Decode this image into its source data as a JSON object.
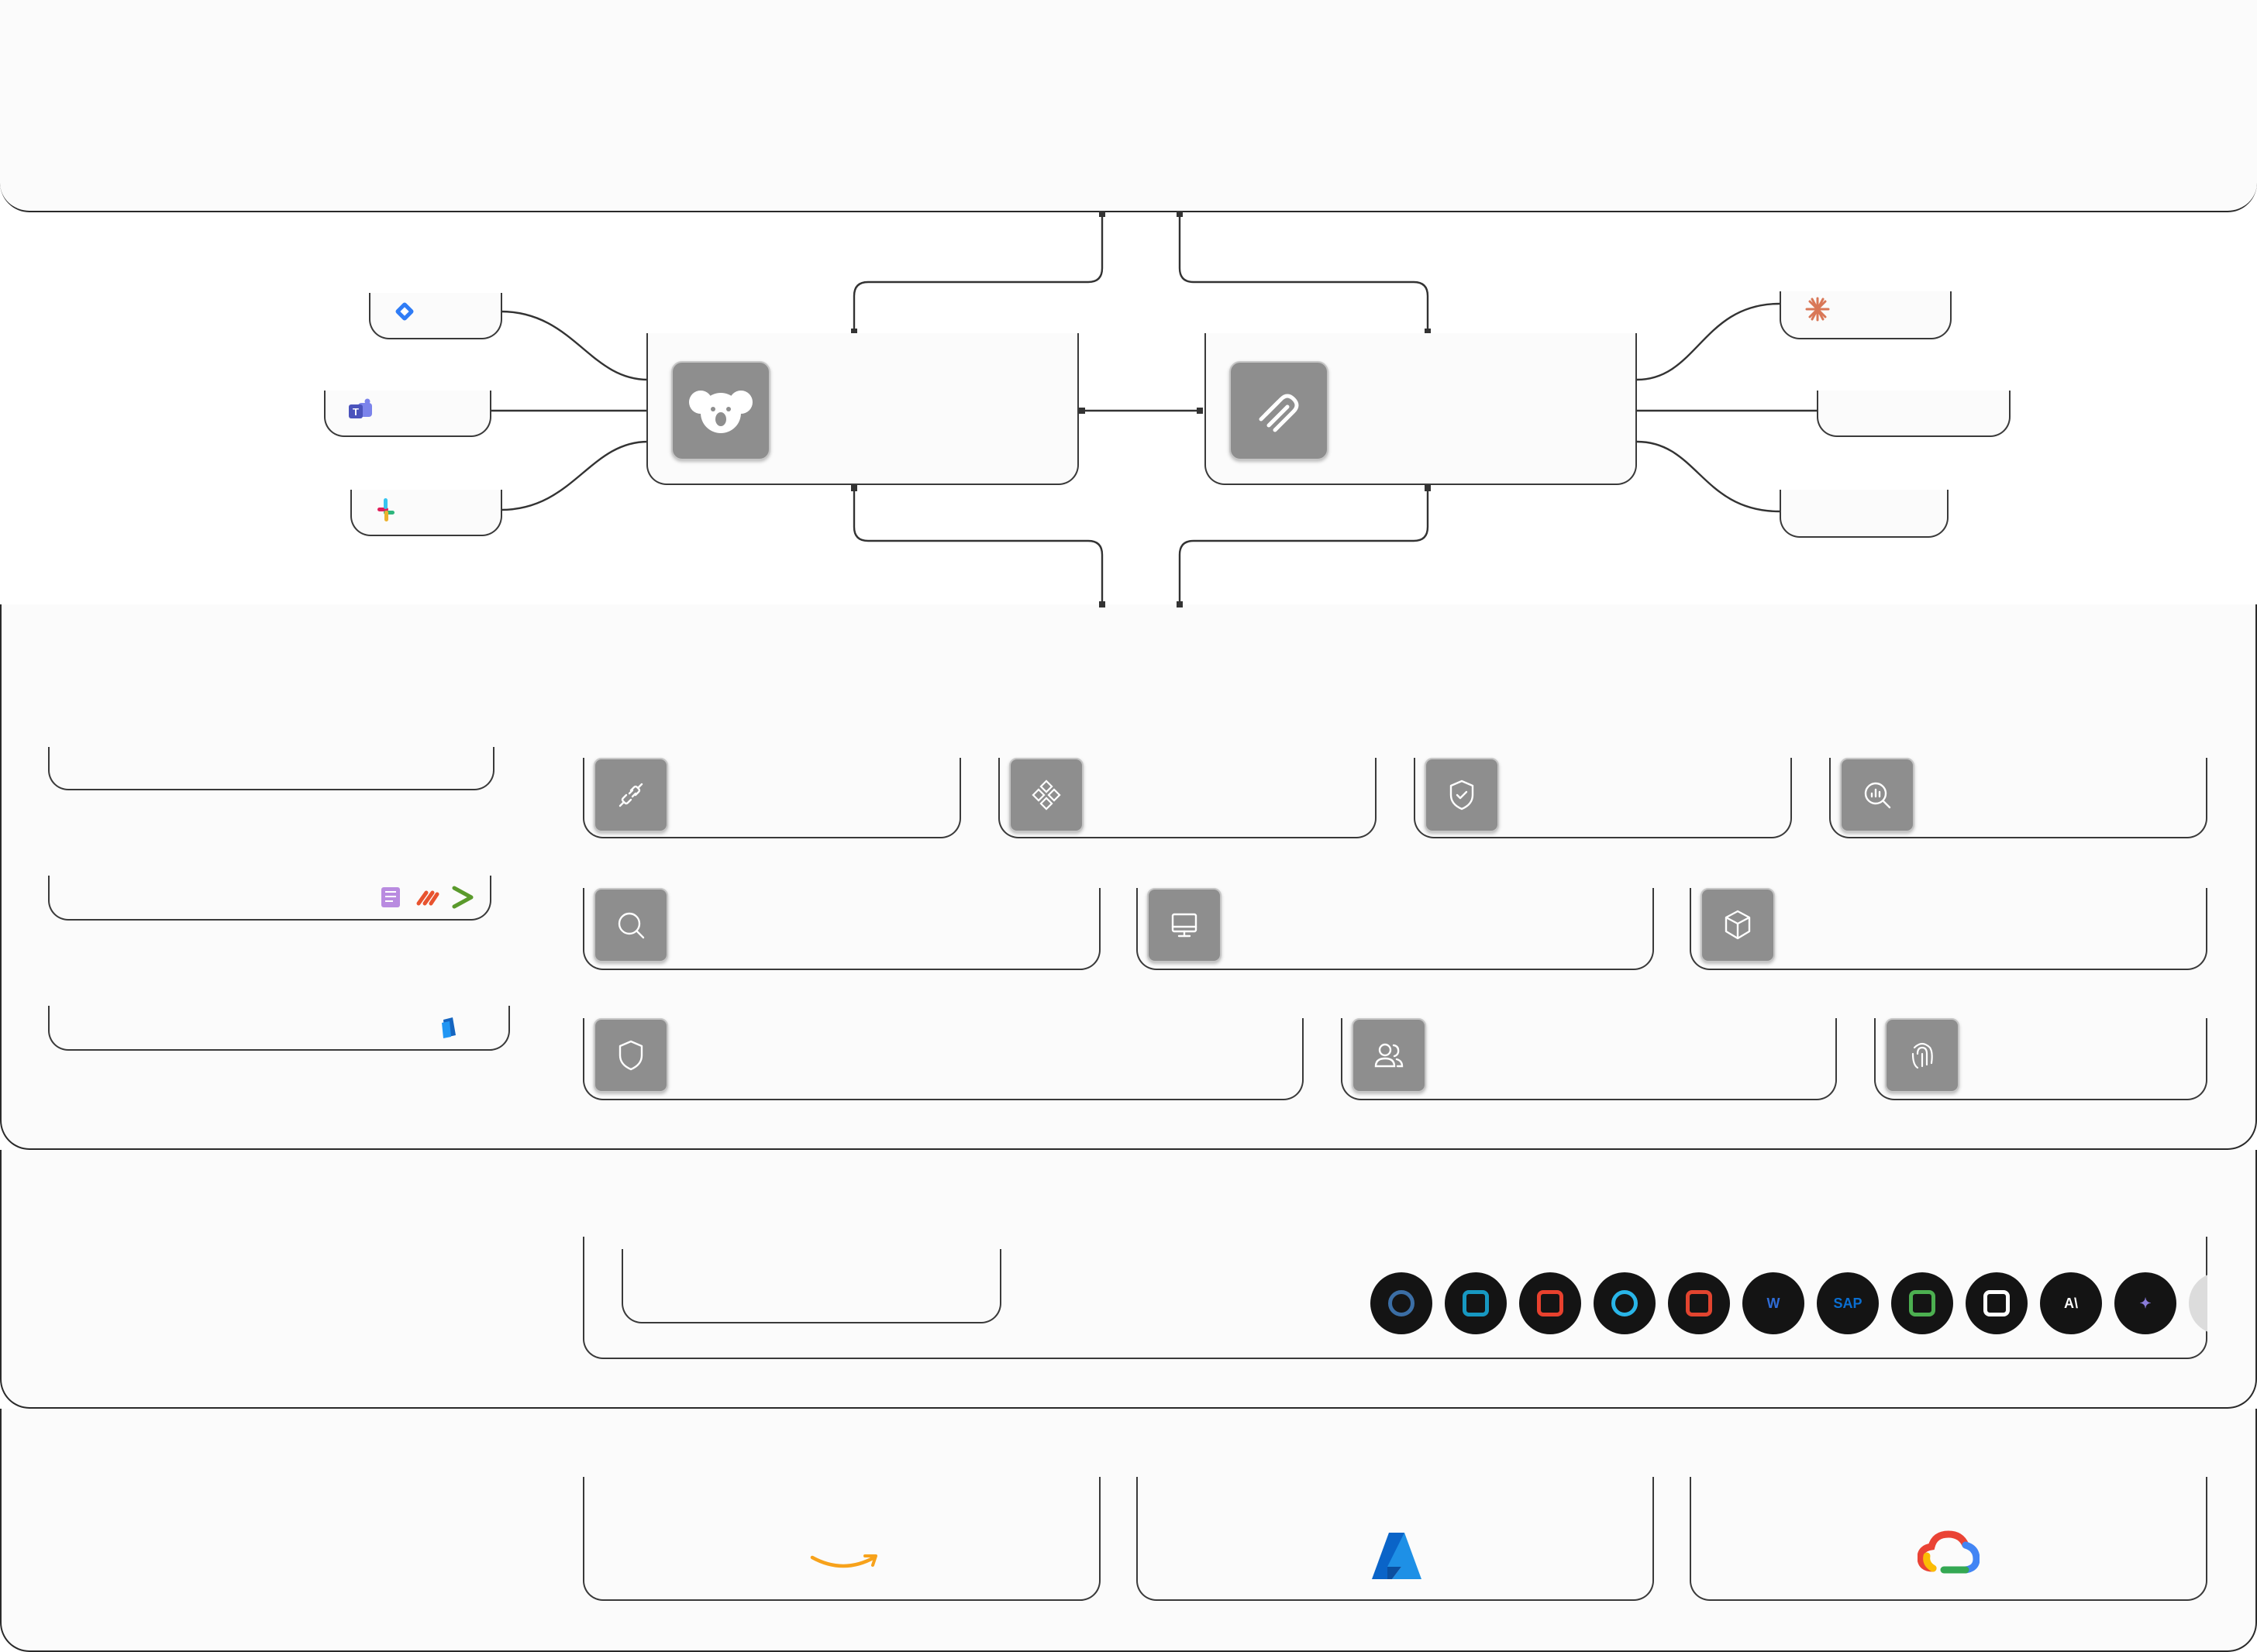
{
  "header": {
    "title": ""
  },
  "hub": {
    "left_node": {
      "icon": "koala-icon",
      "label": ""
    },
    "right_node": {
      "icon": "paperclip-icon",
      "label": ""
    }
  },
  "left_integrations": [
    {
      "icon": "jira-icon",
      "label": ""
    },
    {
      "icon": "teams-icon",
      "label": ""
    },
    {
      "icon": "slack-icon",
      "label": ""
    }
  ],
  "right_integrations": [
    {
      "icon": "claude-icon",
      "label": ""
    },
    {
      "icon": "",
      "label": ""
    },
    {
      "icon": "",
      "label": ""
    }
  ],
  "side_cards": [
    {
      "label": "",
      "icons": []
    },
    {
      "label": "",
      "icons": [
        "notebook-icon",
        "stripes-icon",
        "terminal-icon"
      ]
    },
    {
      "label": "",
      "icons": [
        "phone-icon"
      ]
    }
  ],
  "feature_rows": [
    [
      {
        "icon": "plug-icon",
        "label": ""
      },
      {
        "icon": "nodes-icon",
        "label": ""
      },
      {
        "icon": "shield-check-icon",
        "label": ""
      },
      {
        "icon": "chart-search-icon",
        "label": ""
      }
    ],
    [
      {
        "icon": "search-icon",
        "label": ""
      },
      {
        "icon": "monitor-icon",
        "label": ""
      },
      {
        "icon": "cube-icon",
        "label": ""
      }
    ],
    [
      {
        "icon": "shield-icon",
        "label": ""
      },
      {
        "icon": "users-icon",
        "label": ""
      },
      {
        "icon": "fingerprint-icon",
        "label": ""
      }
    ]
  ],
  "connectors": {
    "label": "",
    "logos": [
      {
        "icon": "postgres-icon",
        "text": "",
        "color": "#3b6ea5"
      },
      {
        "icon": "salesforce-icon",
        "text": "",
        "color": "#1798c1"
      },
      {
        "icon": "databricks-icon",
        "text": "",
        "color": "#e8412e"
      },
      {
        "icon": "snowflake-icon",
        "text": "",
        "color": "#29b5e8"
      },
      {
        "icon": "oracle-icon",
        "text": "",
        "color": "#e2442f"
      },
      {
        "icon": "workday-icon",
        "text": "W",
        "color": "#2f6cd6"
      },
      {
        "icon": "sap-icon",
        "text": "SAP",
        "color": "#0a6ed1"
      },
      {
        "icon": "openai-alt-icon",
        "text": "",
        "color": "#4caf50"
      },
      {
        "icon": "openai-icon",
        "text": "",
        "color": "#ffffff"
      },
      {
        "icon": "anthropic-icon",
        "text": "A\\",
        "color": "#ffffff"
      },
      {
        "icon": "gemini-icon",
        "text": "✦",
        "color": "#8a7bd9"
      }
    ]
  },
  "clouds": [
    {
      "icon": "aws-icon",
      "label": ""
    },
    {
      "icon": "azure-icon",
      "label": ""
    },
    {
      "icon": "gcp-icon",
      "label": ""
    }
  ]
}
